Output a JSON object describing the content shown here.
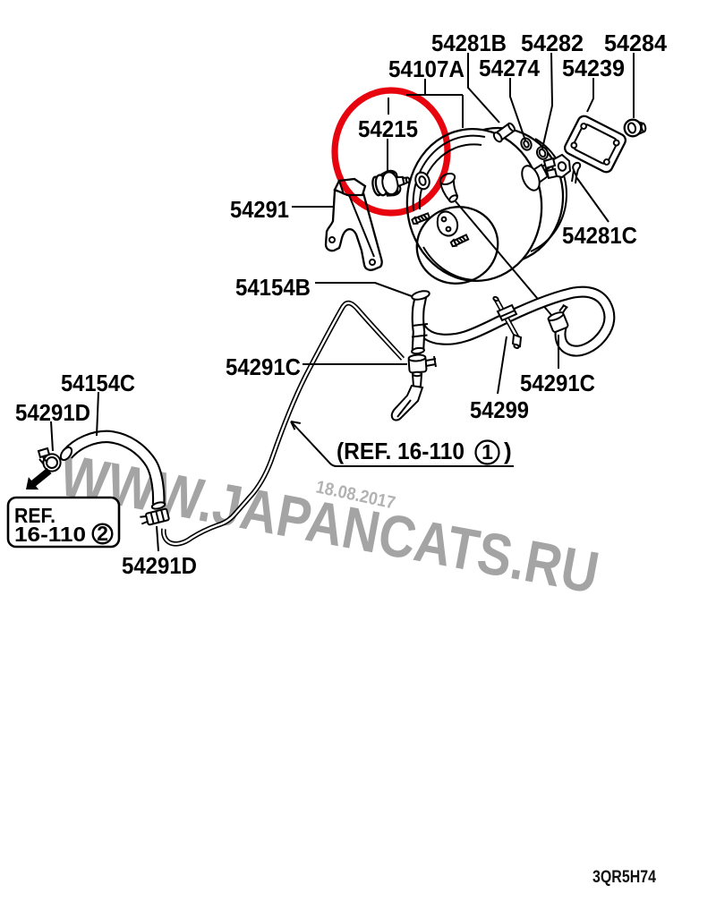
{
  "diagram": {
    "type": "auto-parts-catalog-exploded-diagram",
    "subject": "brake booster and vacuum hoses",
    "highlight_color": "#e8040e",
    "highlighted_part": "54215",
    "drawing_code": "3QR5H74"
  },
  "parts": [
    {
      "label": "54281B"
    },
    {
      "label": "54282"
    },
    {
      "label": "54284"
    },
    {
      "label": "54107A"
    },
    {
      "label": "54274"
    },
    {
      "label": "54239"
    },
    {
      "label": "54215"
    },
    {
      "label": "54291"
    },
    {
      "label": "54281C"
    },
    {
      "label": "54154B"
    },
    {
      "label": "54291C"
    },
    {
      "label": "54291C"
    },
    {
      "label": "54299"
    },
    {
      "label": "54154C"
    },
    {
      "label": "54291D"
    },
    {
      "label": "54291D"
    }
  ],
  "references": {
    "ref1": {
      "text": "(REF. 16-110",
      "num": "1",
      "close": ")"
    },
    "ref2": {
      "line1": "REF.",
      "line2": "16-110",
      "num": "2"
    }
  },
  "watermark": {
    "site": "WWW.JAPANCATS.RU",
    "date": "18.08.2017"
  },
  "footer": {
    "drawing_code": "3QR5H74"
  }
}
